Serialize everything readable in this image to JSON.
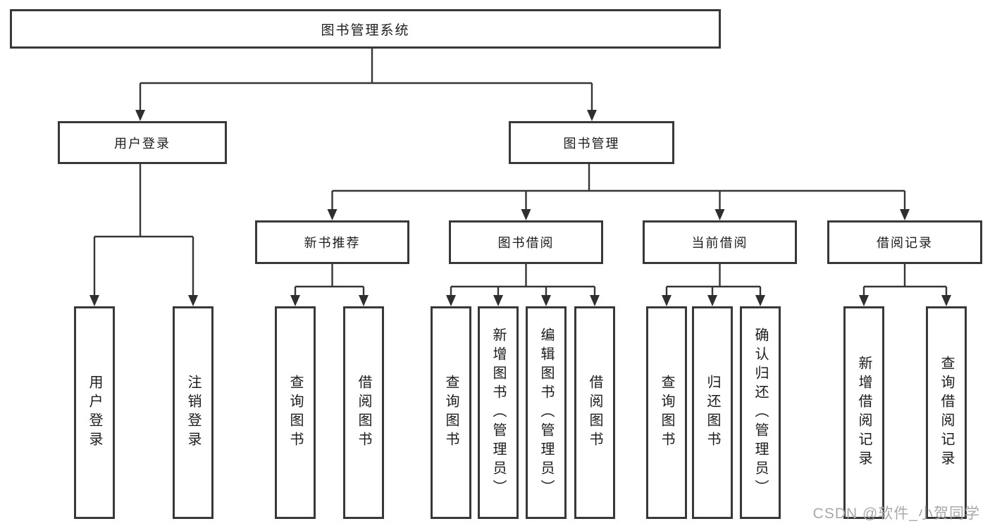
{
  "diagram": {
    "type": "hierarchy-tree",
    "nodes": {
      "root": "图书管理系统",
      "level2": [
        "用户登录",
        "图书管理"
      ],
      "level3": [
        "新书推荐",
        "图书借阅",
        "当前借阅",
        "借阅记录"
      ],
      "leaves": [
        "用户登录",
        "注销登录",
        "查询图书",
        "借阅图书",
        "查询图书",
        "新增图书（管理员）",
        "编辑图书（管理员）",
        "借阅图书",
        "查询图书",
        "归还图书",
        "确认归还（管理员）",
        "新增借阅记录",
        "查询借阅记录"
      ]
    },
    "edges": [
      {
        "from": "图书管理系统",
        "to": [
          "用户登录",
          "图书管理"
        ]
      },
      {
        "from": "用户登录",
        "to": [
          "用户登录",
          "注销登录"
        ]
      },
      {
        "from": "图书管理",
        "to": [
          "新书推荐",
          "图书借阅",
          "当前借阅",
          "借阅记录"
        ]
      },
      {
        "from": "新书推荐",
        "to": [
          "查询图书",
          "借阅图书"
        ]
      },
      {
        "from": "图书借阅",
        "to": [
          "查询图书",
          "新增图书（管理员）",
          "编辑图书（管理员）",
          "借阅图书"
        ]
      },
      {
        "from": "当前借阅",
        "to": [
          "查询图书",
          "归还图书",
          "确认归还（管理员）"
        ]
      },
      {
        "from": "借阅记录",
        "to": [
          "新增借阅记录",
          "查询借阅记录"
        ]
      }
    ]
  },
  "watermark": "CSDN @软件_小贺同学",
  "colors": {
    "background": "#ffffff",
    "box_border": "#383838",
    "line": "#363636",
    "text": "#1c1c1c",
    "watermark": "#a9a9a9"
  }
}
